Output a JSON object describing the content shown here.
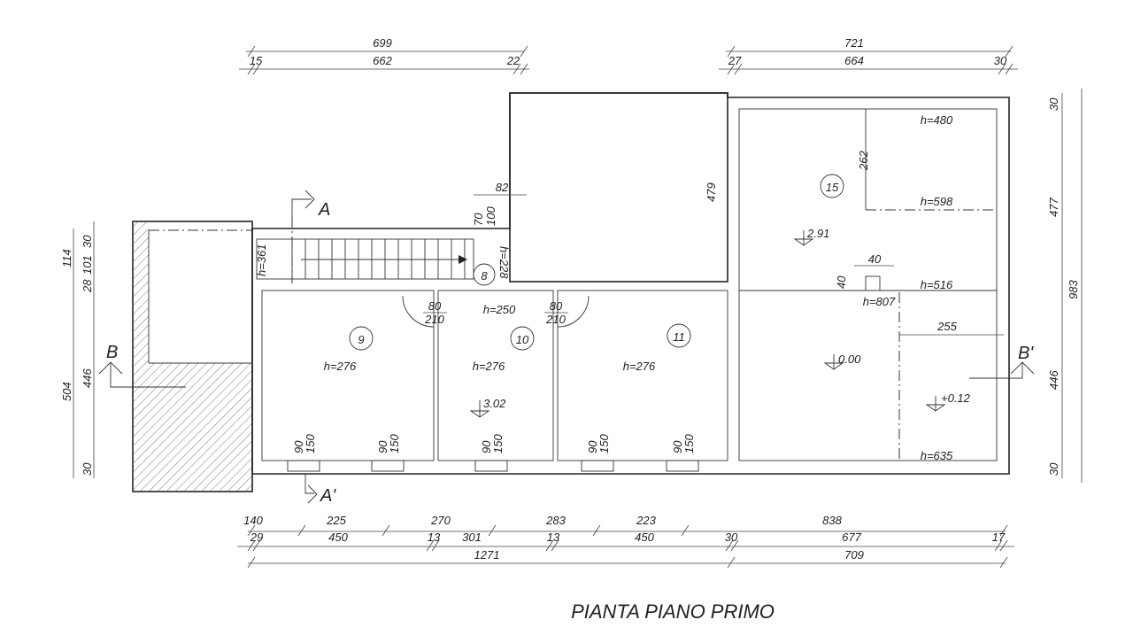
{
  "title": "PIANTA PIANO PRIMO",
  "sections": {
    "a": "A",
    "a_prime": "A'",
    "b": "B",
    "b_prime": "B'"
  },
  "rooms": {
    "r8": "8",
    "r9": "9",
    "r10": "10",
    "r11": "11",
    "r15": "15"
  },
  "heights": {
    "h9": "h=276",
    "h10": "h=276",
    "h11": "h=276",
    "h8": "h=250",
    "h228": "h=228",
    "h361": "h=361",
    "h480": "h=480",
    "h598": "h=598",
    "h516": "h=516",
    "h807": "h=807",
    "h635": "h=635"
  },
  "levels": {
    "l302": "3.02",
    "l291": "2.91",
    "l000": "0.00",
    "l012": "+0.12"
  },
  "doors": [
    {
      "w": "80",
      "h": "210"
    },
    {
      "w": "80",
      "h": "210"
    }
  ],
  "windows": [
    {
      "w": "90",
      "h": "150"
    },
    {
      "w": "90",
      "h": "150"
    },
    {
      "w": "90",
      "h": "150"
    },
    {
      "w": "90",
      "h": "150"
    },
    {
      "w": "90",
      "h": "150"
    }
  ],
  "dims": {
    "top_left_total": "699",
    "top_left": [
      "15",
      "662",
      "22"
    ],
    "top_right_total": "721",
    "top_right": [
      "27",
      "664",
      "30"
    ],
    "stair_82": "82",
    "stair_70": "70",
    "stair_100": "100",
    "room_479": "479",
    "r15_262": "262",
    "r15_40a": "40",
    "r15_40b": "40",
    "r15_255": "255",
    "right": [
      "30",
      "477",
      "446",
      "30"
    ],
    "right_total": "983",
    "left": [
      "30",
      "101",
      "28",
      "446",
      "30"
    ],
    "left_114": "114",
    "left_504": "504",
    "bottom1": [
      "140",
      "225",
      "270",
      "283",
      "223",
      "838"
    ],
    "bottom2": [
      "29",
      "450",
      "13",
      "301",
      "13",
      "450",
      "30",
      "677",
      "17"
    ],
    "bottom3": [
      "1271",
      "709"
    ]
  }
}
